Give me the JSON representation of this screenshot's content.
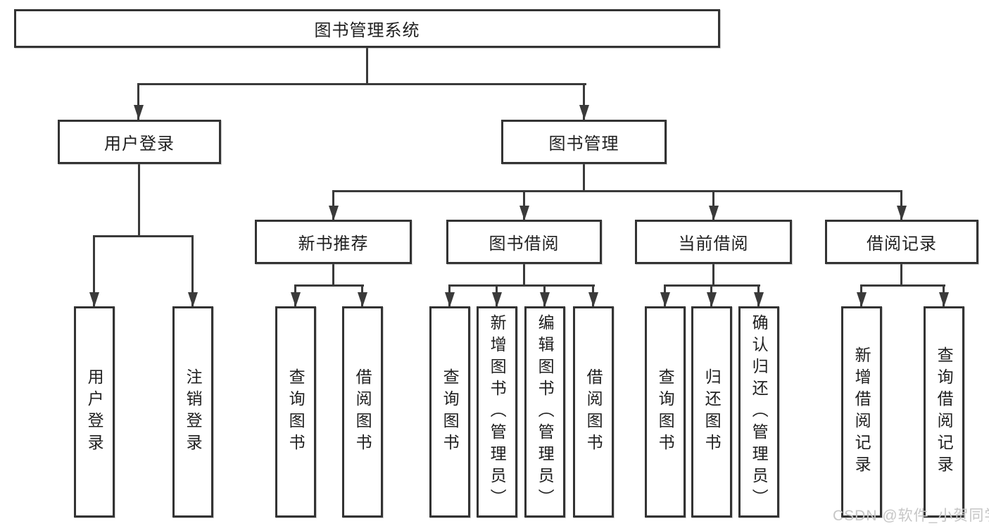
{
  "diagram": {
    "root": {
      "label": "图书管理系统"
    },
    "user_login_branch": {
      "label": "用户登录",
      "children": [
        {
          "label": "用户登录"
        },
        {
          "label": "注销登录"
        }
      ]
    },
    "book_mgmt_branch": {
      "label": "图书管理",
      "children": [
        {
          "label": "新书推荐",
          "children": [
            {
              "label": "查询图书"
            },
            {
              "label": "借阅图书"
            }
          ]
        },
        {
          "label": "图书借阅",
          "children": [
            {
              "label": "查询图书"
            },
            {
              "label": "新增图书（管理员）"
            },
            {
              "label": "编辑图书（管理员）"
            },
            {
              "label": "借阅图书"
            }
          ]
        },
        {
          "label": "当前借阅",
          "children": [
            {
              "label": "查询图书"
            },
            {
              "label": "归还图书"
            },
            {
              "label": "确认归还（管理员）"
            }
          ]
        },
        {
          "label": "借阅记录",
          "children": [
            {
              "label": "新增借阅记录"
            },
            {
              "label": "查询借阅记录"
            }
          ]
        }
      ]
    }
  },
  "watermark": "CSDN @软件_小贺同学",
  "colors": {
    "background": "#ffffff",
    "line": "#3a3a3a",
    "box_border": "#333333",
    "text": "#1f1f1f",
    "watermark_text": "#c6c6c6"
  }
}
